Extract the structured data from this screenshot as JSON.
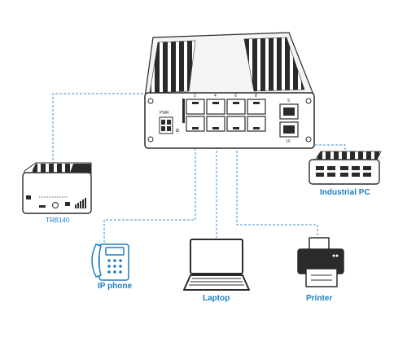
{
  "switch": {
    "pwr_label": "PWR",
    "port_numbers_top": [
      "2",
      "4",
      "6",
      "8"
    ],
    "port_numbers_sfp": [
      "9",
      "10"
    ]
  },
  "devices": {
    "router_label": "TRB140",
    "ip_phone_label": "IP phone",
    "laptop_label": "Laptop",
    "printer_label": "Printer",
    "industrial_pc_label": "Industrial PC"
  },
  "colors": {
    "link_line": "#3d8fd0",
    "label_text": "#1d7fc4",
    "device_outline": "#2b2b2b"
  }
}
